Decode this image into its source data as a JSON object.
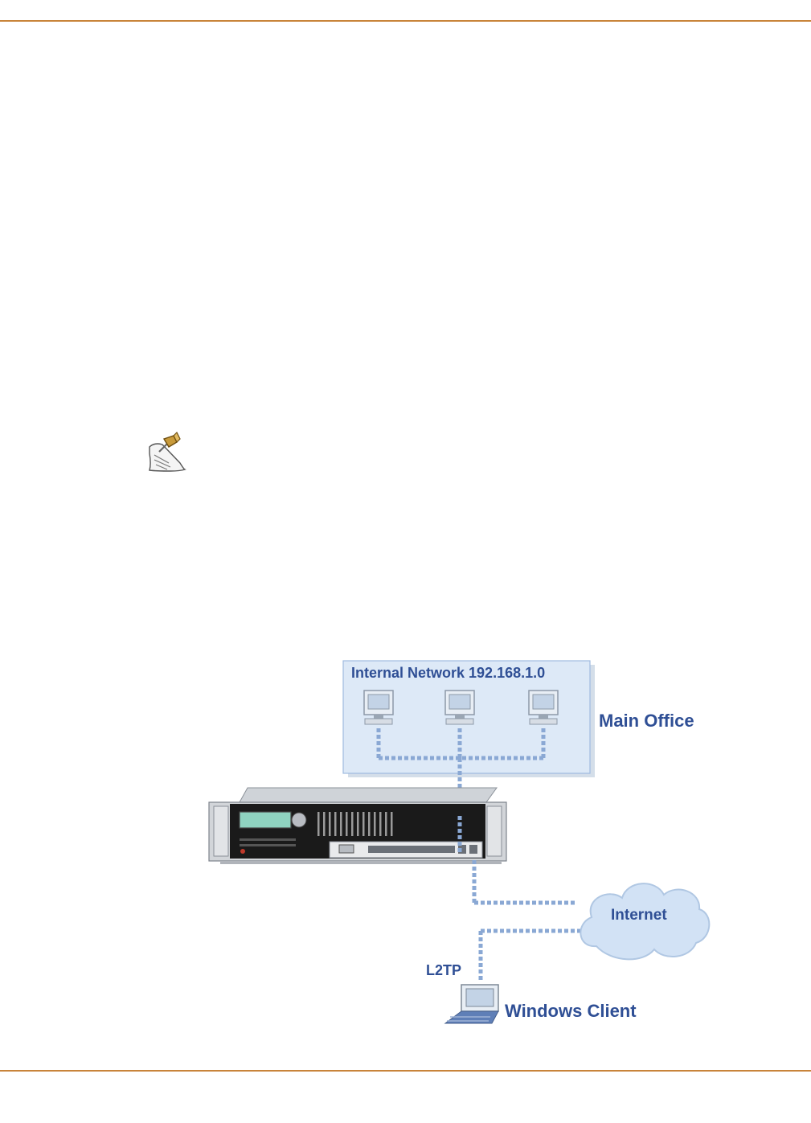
{
  "colors": {
    "rule": "#c8843a",
    "network_box_fill": "#dde9f7",
    "network_box_border": "#9fbbe0",
    "connection_line": "#8aa8d4",
    "label_text": "#2f4f95",
    "cloud_fill": "#d2e2f5",
    "device_body": "#1a1a1a"
  },
  "icons": {
    "note": "pushpin-note-icon",
    "computer": "desktop-computer-icon",
    "laptop": "laptop-icon",
    "cloud": "cloud-icon",
    "firewall": "rack-firewall-appliance-icon"
  },
  "diagram": {
    "network_label": "Internal Network 192.168.1.0",
    "office_label": "Main Office",
    "internet_label": "Internet",
    "tunnel_label": "L2TP",
    "client_label": "Windows Client"
  }
}
